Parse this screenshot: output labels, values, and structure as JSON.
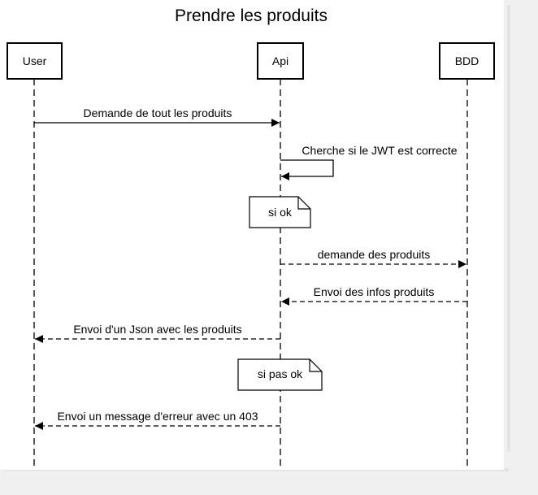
{
  "diagram": {
    "title": "Prendre les produits",
    "participants": [
      {
        "id": "user",
        "label": "User"
      },
      {
        "id": "api",
        "label": "Api"
      },
      {
        "id": "bdd",
        "label": "BDD"
      }
    ],
    "messages": [
      {
        "label": "Demande de tout les produits",
        "from": "user",
        "to": "api",
        "style": "solid"
      },
      {
        "label": "Cherche si le JWT est correcte",
        "from": "api",
        "to": "api",
        "style": "solid"
      },
      {
        "label": "demande des produits",
        "from": "api",
        "to": "bdd",
        "style": "dashed"
      },
      {
        "label": "Envoi des infos produits",
        "from": "bdd",
        "to": "api",
        "style": "dashed"
      },
      {
        "label": "Envoi d'un Json avec les produits",
        "from": "api",
        "to": "user",
        "style": "dashed"
      },
      {
        "label": "Envoi un message d'erreur avec un 403",
        "from": "api",
        "to": "user",
        "style": "dashed"
      }
    ],
    "notes": [
      {
        "label": "si ok",
        "on": "api"
      },
      {
        "label": "si pas ok",
        "on": "api"
      }
    ]
  }
}
